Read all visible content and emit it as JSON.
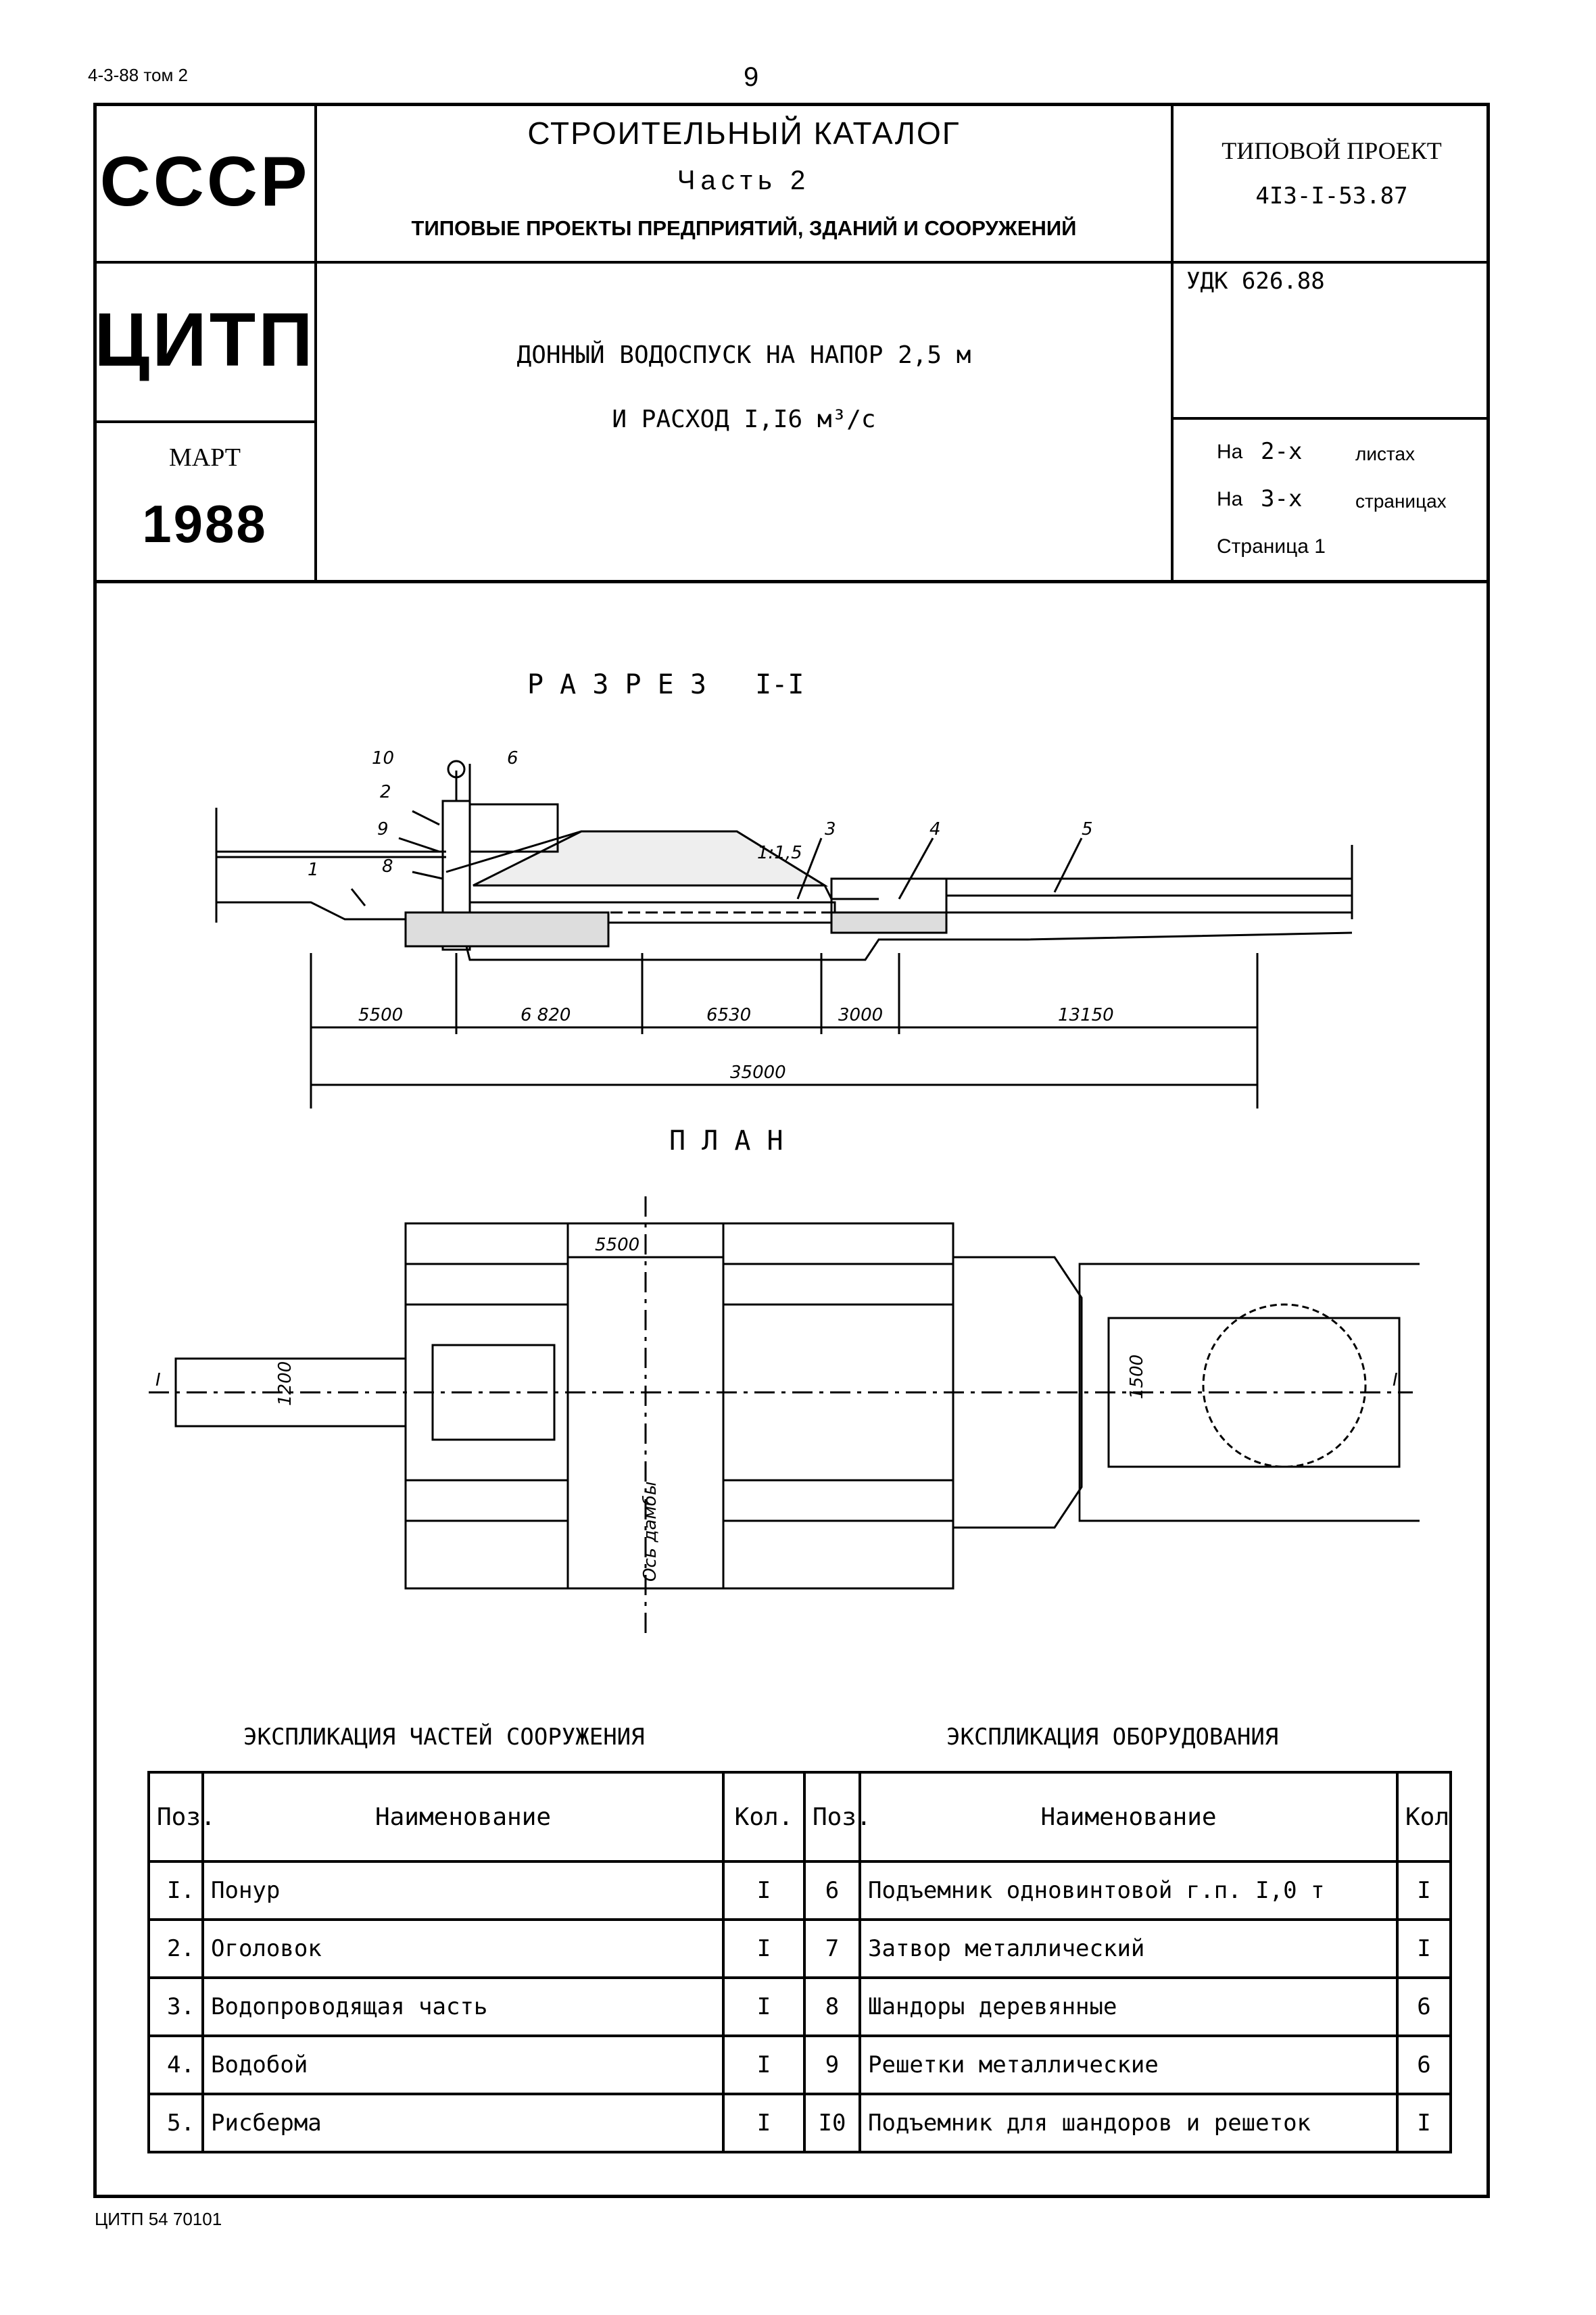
{
  "doc_ref": "4-3-88 том 2",
  "page_number": "9",
  "stamp": {
    "country": "СССР",
    "org": "ЦИТП",
    "month": "МАРТ",
    "year": "1988",
    "catalog_title": "СТРОИТЕЛЬНЫЙ КАТАЛОГ",
    "catalog_part": "Часть 2",
    "catalog_subtitle": "ТИПОВЫЕ ПРОЕКТЫ ПРЕДПРИЯТИЙ, ЗДАНИЙ И СООРУЖЕНИЙ",
    "project_label": "ТИПОВОЙ ПРОЕКТ",
    "project_number": "4I3-I-53.87",
    "title_line1": "ДОННЫЙ ВОДОСПУСК НА НАПОР 2,5 м",
    "title_line2": "И РАСХОД I,I6 м³/с",
    "udk": "УДК 626.88",
    "sheets_prefix": "На",
    "sheets_value": "2-х",
    "sheets_label": "листах",
    "pages_prefix": "На",
    "pages_value": "3-х",
    "pages_label": "страницах",
    "page_info": "Страница 1"
  },
  "section": {
    "title": "Р А З Р Е З   I-I",
    "slope": "1:1,5",
    "callouts": [
      "10",
      "6",
      "2",
      "9",
      "8",
      "1",
      "3",
      "4",
      "5"
    ],
    "dims": [
      "5500",
      "6 820",
      "6530",
      "3000",
      "13150"
    ],
    "total_dim": "35000"
  },
  "plan": {
    "title": "П Л А Н",
    "dim_top": "5500",
    "dim_left": "1200",
    "dim_right": "1500",
    "axis_label": "Ось дамбы",
    "section_mark": "I"
  },
  "expl_parts": {
    "title": "ЭКСПЛИКАЦИЯ ЧАСТЕЙ СООРУЖЕНИЯ",
    "headers": [
      "Поз.",
      "Наименование",
      "Кол."
    ],
    "rows": [
      [
        "I.",
        "Понур",
        "I"
      ],
      [
        "2.",
        "Оголовок",
        "I"
      ],
      [
        "3.",
        "Водопроводящая часть",
        "I"
      ],
      [
        "4.",
        "Водобой",
        "I"
      ],
      [
        "5.",
        "Рисберма",
        "I"
      ]
    ]
  },
  "expl_equipment": {
    "title": "ЭКСПЛИКАЦИЯ ОБОРУДОВАНИЯ",
    "headers": [
      "Поз.",
      "Наименование",
      "Кол"
    ],
    "rows": [
      [
        "6",
        "Подъемник одновинтовой г.п. I,0 т",
        "I"
      ],
      [
        "7",
        "Затвор металлический",
        "I"
      ],
      [
        "8",
        "Шандоры деревянные",
        "6"
      ],
      [
        "9",
        "Решетки металлические",
        "6"
      ],
      [
        "I0",
        "Подъемник для шандоров и решеток",
        "I"
      ]
    ]
  },
  "footer": "ЦИТП 54 70101"
}
